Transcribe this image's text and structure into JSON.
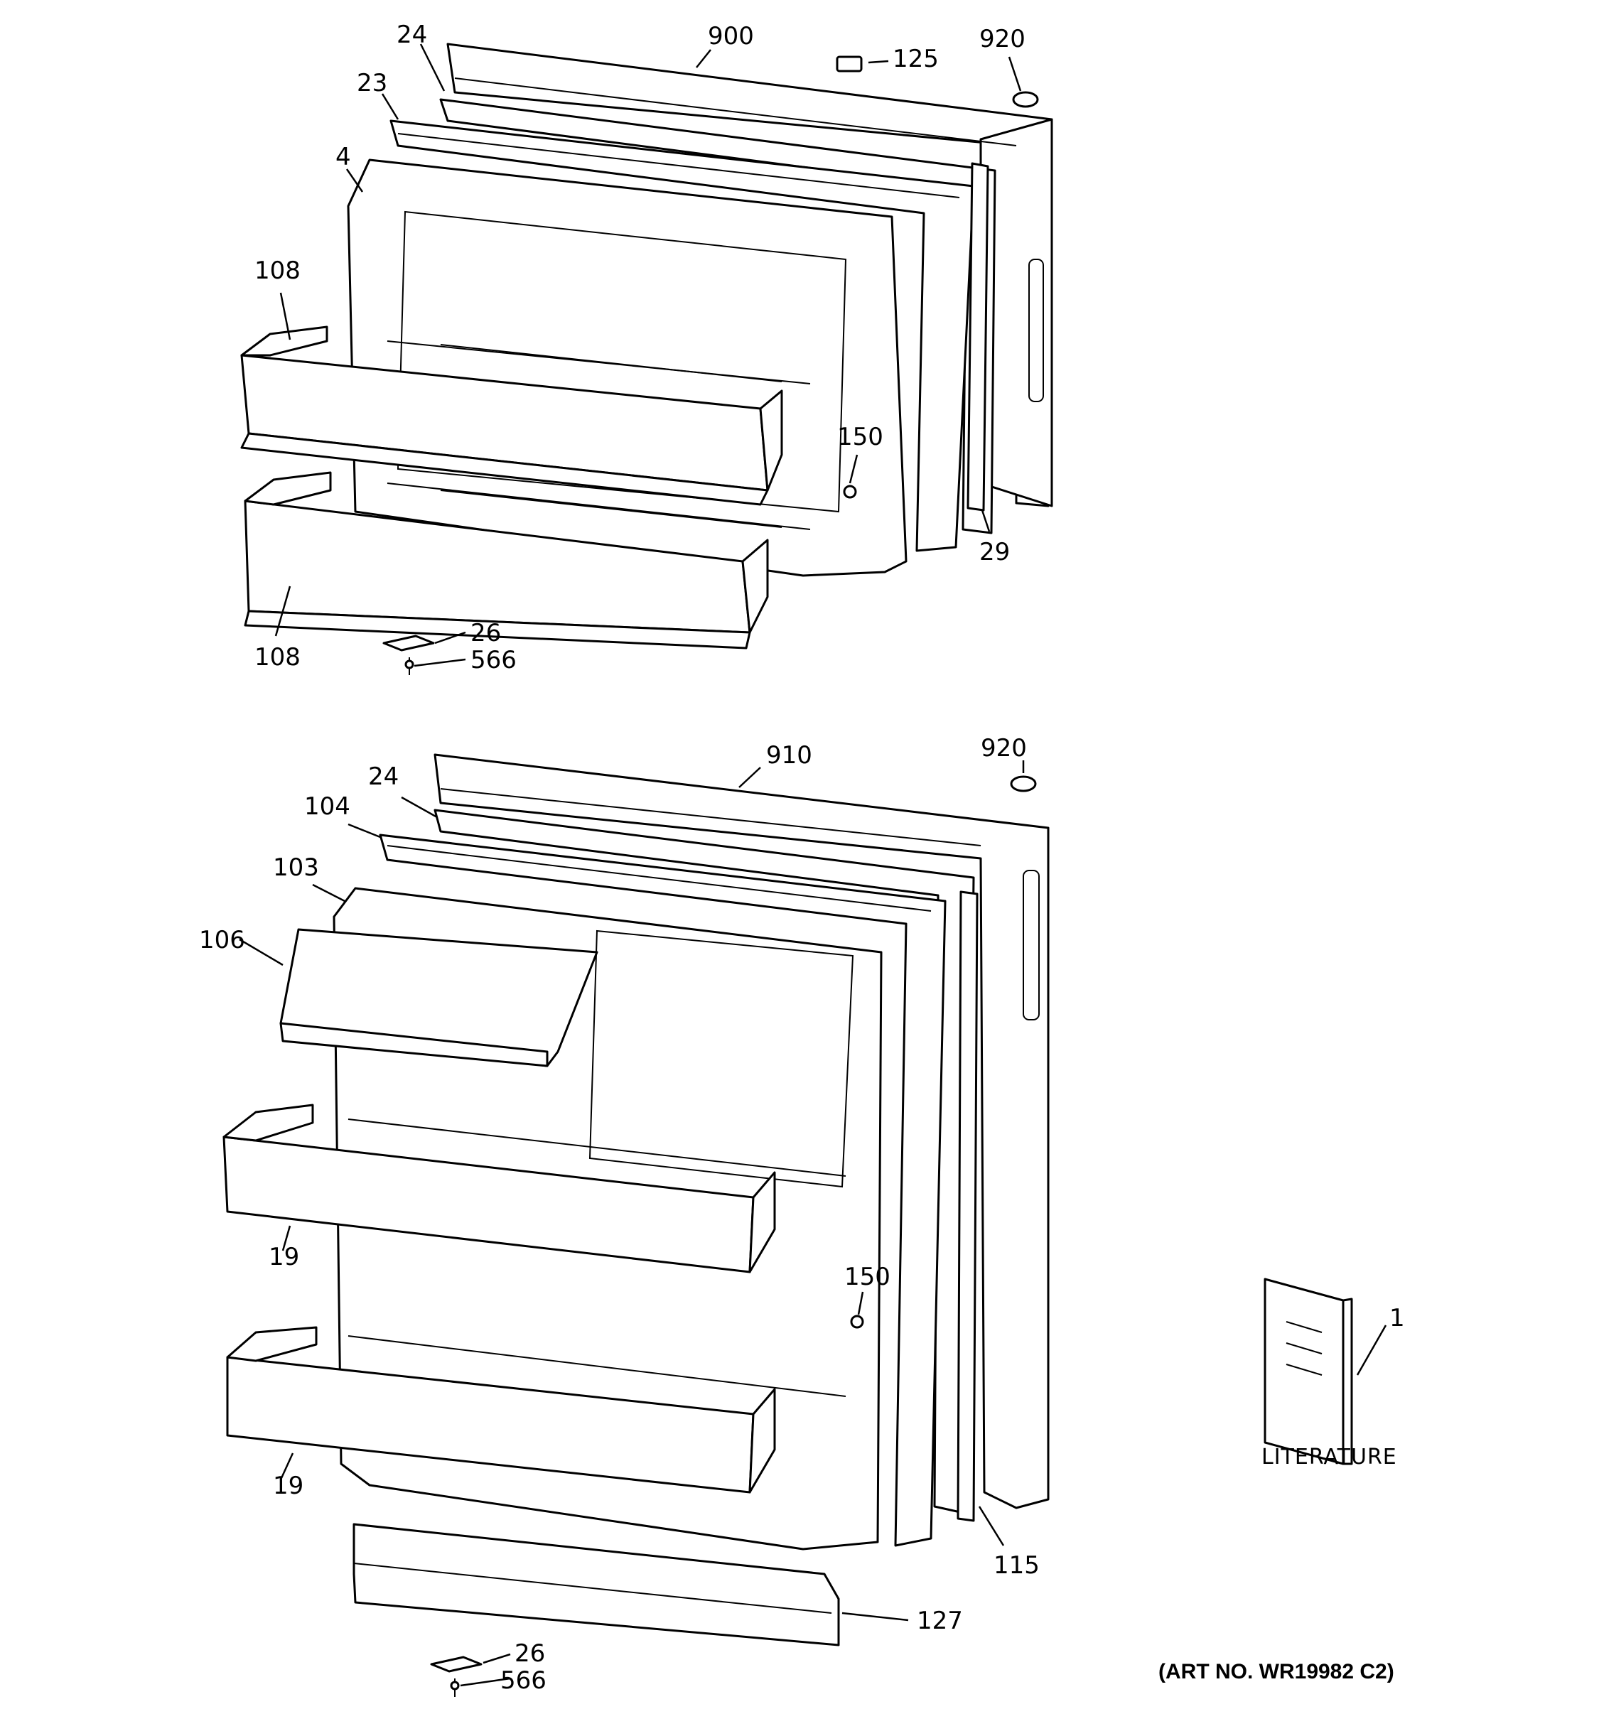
{
  "callouts": {
    "upper": {
      "c24": "24",
      "c900": "900",
      "c125": "125",
      "c920": "920",
      "c23": "23",
      "c4": "4",
      "c108a": "108",
      "c150": "150",
      "c29": "29",
      "c108b": "108",
      "c26": "26",
      "c566": "566"
    },
    "lower": {
      "c910": "910",
      "c920": "920",
      "c24": "24",
      "c104": "104",
      "c103": "103",
      "c106": "106",
      "c19a": "19",
      "c150": "150",
      "c19b": "19",
      "c115": "115",
      "c127": "127",
      "c26": "26",
      "c566": "566"
    },
    "literature": {
      "number": "1",
      "label": "LITERATURE"
    }
  },
  "art_number": "(ART NO. WR19982 C2)"
}
